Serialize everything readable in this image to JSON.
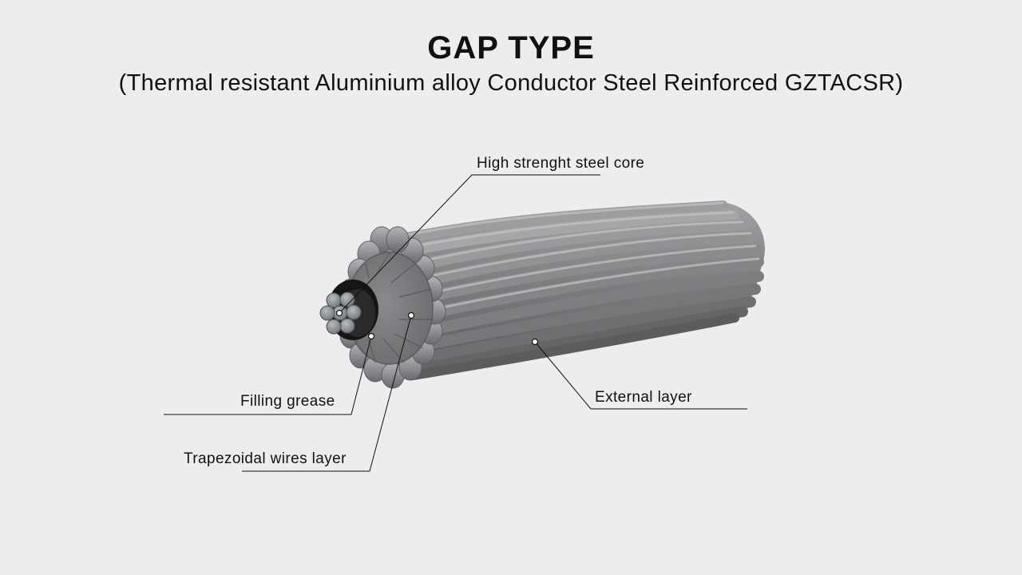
{
  "title": "GAP TYPE",
  "subtitle": "(Thermal resistant Aluminium alloy Conductor Steel Reinforced GZTACSR)",
  "labels": {
    "steel_core": "High strenght steel core",
    "filling_grease": "Filling grease",
    "trapezoidal_layer": "Trapezoidal wires layer",
    "external_layer": "External layer"
  },
  "colors": {
    "background": "#eeecee",
    "wire": "#8a8a8d",
    "steel": "#8f9599",
    "grease": "#151515"
  }
}
